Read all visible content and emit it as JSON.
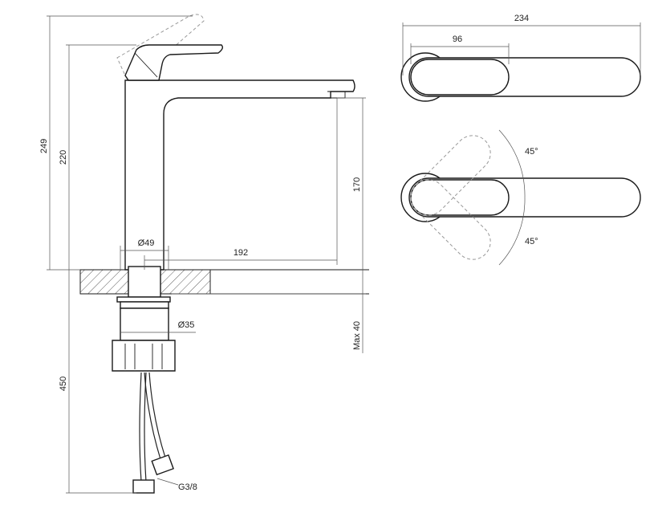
{
  "dimensions": {
    "overall_height": "249",
    "spout_height": "220",
    "outlet_height": "170",
    "base_diameter": "Ø49",
    "spout_reach": "192",
    "mount_diameter": "Ø35",
    "counter_thickness": "Max 40",
    "hose_length": "450",
    "hose_thread": "G3/8",
    "top_total_length": "234",
    "top_handle_length": "96",
    "rotation_up": "45°",
    "rotation_down": "45°"
  }
}
